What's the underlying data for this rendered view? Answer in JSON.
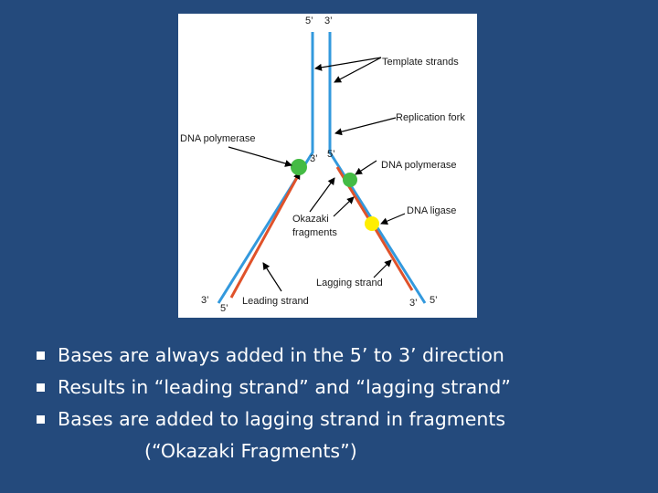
{
  "diagram": {
    "top_5prime": "5’",
    "top_3prime": "3’",
    "template_strands": "Template strands",
    "replication_fork": "Replication fork",
    "dna_polymerase_left": "DNA polymerase",
    "dna_polymerase_right": "DNA polymerase",
    "mid_3prime": "3’",
    "mid_5prime": "5’",
    "okazaki_line1": "Okazaki",
    "okazaki_line2": "fragments",
    "dna_ligase": "DNA ligase",
    "lagging_strand": "Lagging strand",
    "leading_strand": "Leading strand",
    "bottom_left_3prime": "3’",
    "bottom_left_5prime": "5’",
    "bottom_right_3prime": "3’",
    "bottom_right_5prime": "5’",
    "colors": {
      "template_strand": "#3399dd",
      "new_strand": "#e0522a",
      "polymerase": "#44bb44",
      "ligase": "#ffee00",
      "background": "#244a7c"
    }
  },
  "bullets": [
    "Bases are always added in the 5’ to 3’ direction",
    "Results in “leading strand” and “lagging strand”",
    "Bases are added to lagging strand in fragments",
    "(“Okazaki Fragments”)"
  ]
}
